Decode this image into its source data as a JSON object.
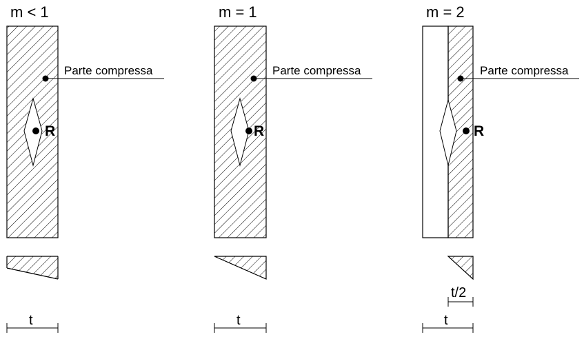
{
  "panels": [
    {
      "title": "m < 1",
      "compressed_label": "Parte compressa",
      "resultant_label": "R",
      "width_label": "t"
    },
    {
      "title": "m = 1",
      "compressed_label": "Parte compressa",
      "resultant_label": "R",
      "width_label": "t"
    },
    {
      "title": "m = 2",
      "compressed_label": "Parte compressa",
      "resultant_label": "R",
      "width_label": "t",
      "half_width_label": "t/2"
    }
  ],
  "colors": {
    "stroke": "#000000",
    "background": "#ffffff"
  }
}
